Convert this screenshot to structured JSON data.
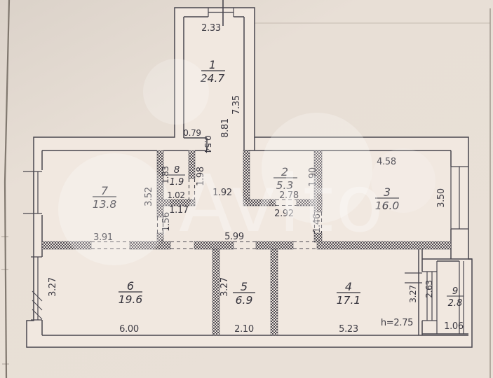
{
  "watermark": {
    "text": "Avito"
  },
  "rooms": [
    {
      "n": "1",
      "a": "24.7"
    },
    {
      "n": "2",
      "a": "5.3"
    },
    {
      "n": "3",
      "a": "16.0"
    },
    {
      "n": "4",
      "a": "17.1"
    },
    {
      "n": "5",
      "a": "6.9"
    },
    {
      "n": "6",
      "a": "19.6"
    },
    {
      "n": "7",
      "a": "13.8"
    },
    {
      "n": "8",
      "a": "1.9"
    },
    {
      "n": "9",
      "a": "2.8"
    }
  ],
  "dims": [
    "2.33",
    "7.35",
    "8.81",
    "0.79",
    "0.54",
    "1.83",
    "1.98",
    "1.02",
    "1.17",
    "1.56",
    "1.92",
    "3.52",
    "2.78",
    "1.90",
    "2.92",
    "1.46",
    "4.58",
    "3.50",
    "3.91",
    "5.99",
    "3.27",
    "6.00",
    "3.27",
    "2.10",
    "5.23",
    "3.27",
    "2.63",
    "1.06"
  ],
  "note": {
    "ceiling_height": "h=2.75"
  },
  "colors": {
    "paper": "#e7ded5",
    "plan_fill": "#f1e8e0",
    "ink": "#48464e",
    "hatch": "#4d4a52",
    "watermark": "#ffffff"
  }
}
